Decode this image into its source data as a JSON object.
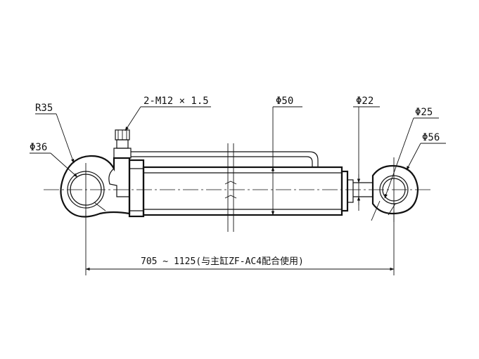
{
  "labels": {
    "r35": "R35",
    "d36": "Φ36",
    "port": "2-M12 × 1.5",
    "d50": "Φ50",
    "d22": "Φ22",
    "d25": "Φ25",
    "d56": "Φ56",
    "length": "705 ~ 1125(与主缸ZF-AC4配合使用)"
  }
}
